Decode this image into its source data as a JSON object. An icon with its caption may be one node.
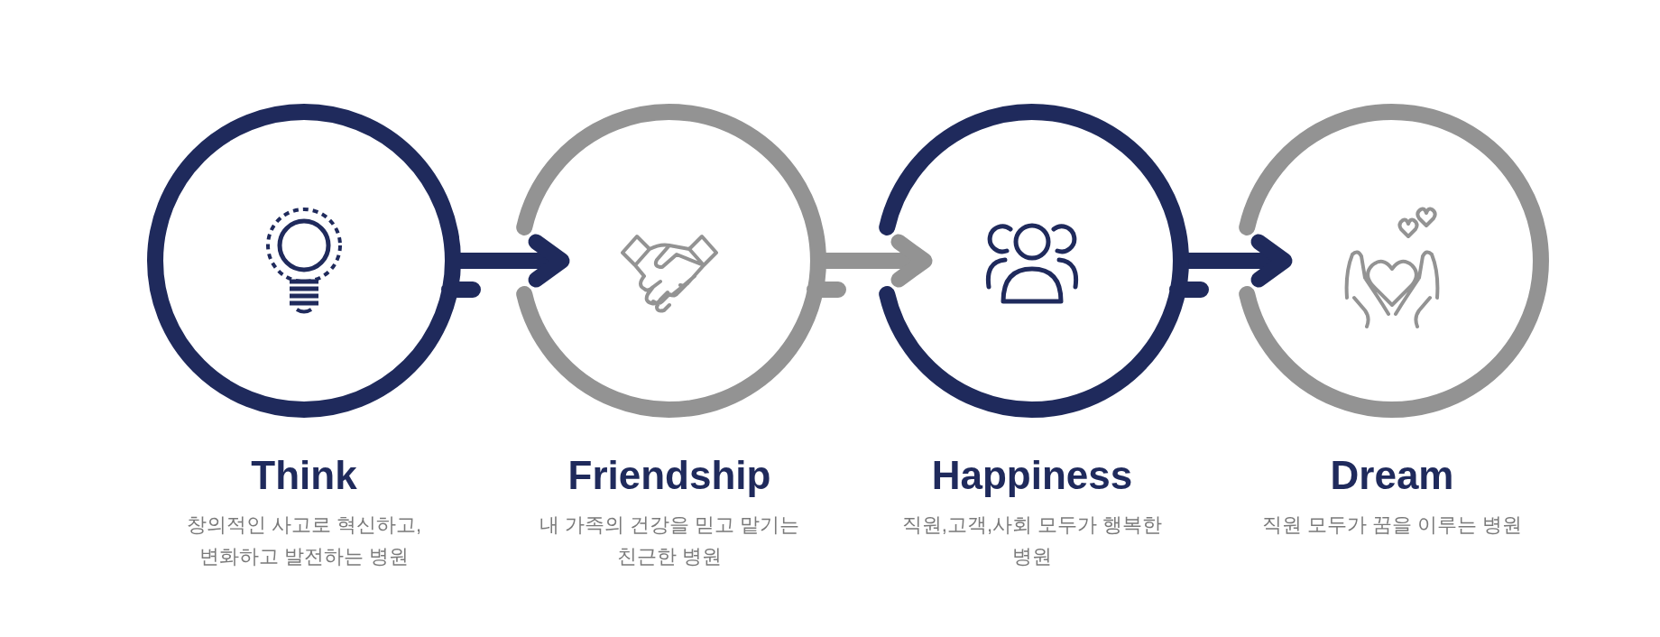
{
  "diagram": {
    "nodes": [
      {
        "text": [
          "Think",
          "창의적인 사고로 혁신하고,변화하고 발전하는 병원"
        ]
      },
      {
        "text": [
          "Friendship",
          "내 가족의 건강을 믿고 맡기는 친근한 병원"
        ]
      },
      {
        "text": [
          "Happiness",
          "직원,고객,사회 모두가 행복한 병원"
        ]
      },
      {
        "text": [
          "Dream",
          "직원 모두가 꿈을 이루는 병원"
        ]
      }
    ],
    "edges": [
      {
        "from": 0,
        "to": 1,
        "arrow": "to"
      },
      {
        "from": 1,
        "to": 2,
        "arrow": "to",
        "color": "#939393"
      },
      {
        "from": 2,
        "to": 3,
        "arrow": "to"
      }
    ]
  }
}
